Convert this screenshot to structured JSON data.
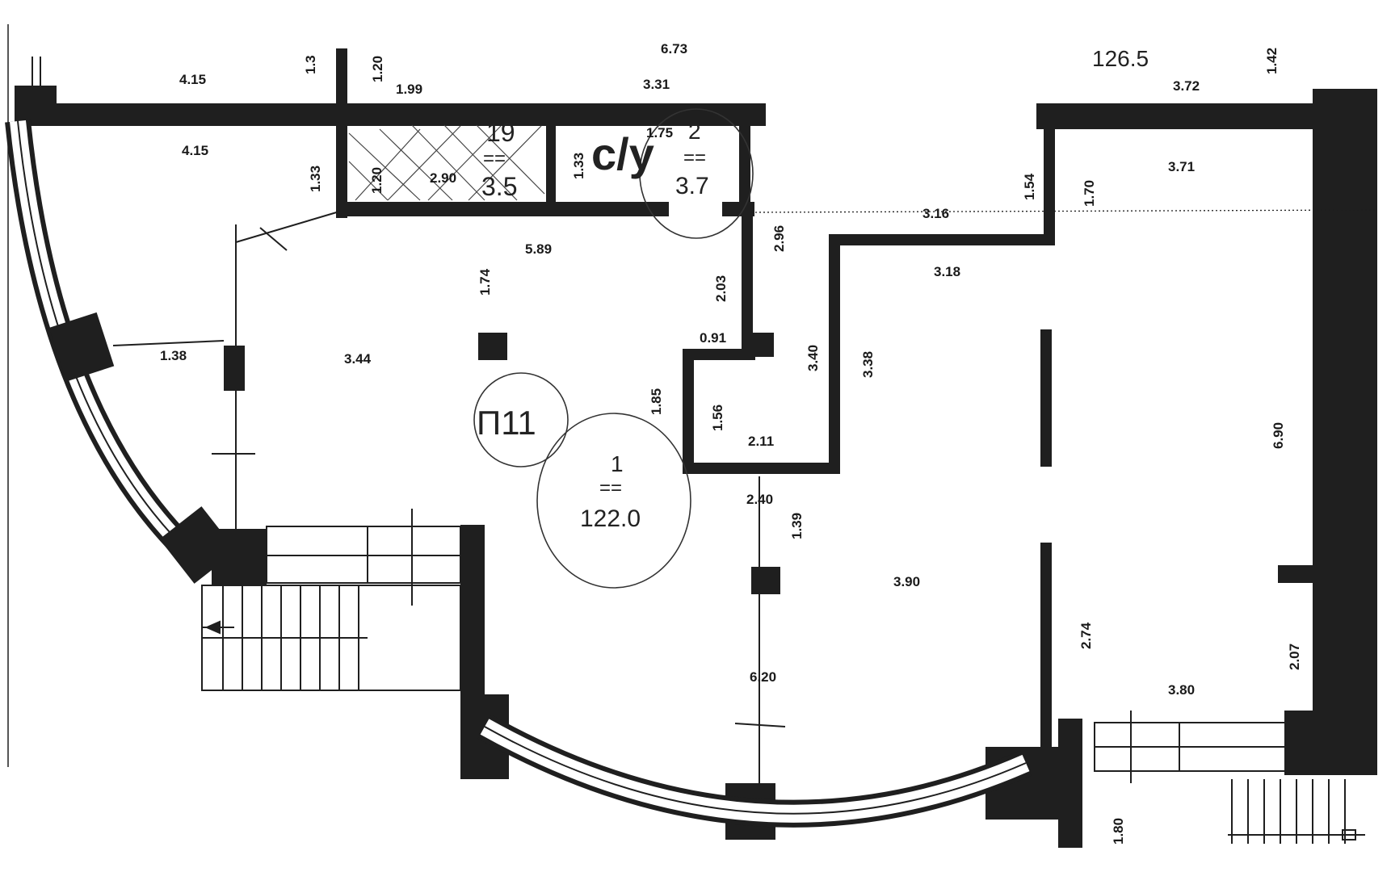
{
  "plan": {
    "header": {
      "total_area": "126.5",
      "mark": "П11"
    },
    "rooms": [
      {
        "number": "1",
        "sep": "==",
        "area": "122.0"
      },
      {
        "number": "2",
        "sep": "==",
        "area": "3.7",
        "label": "с/у"
      },
      {
        "number": "19",
        "sep": "==",
        "area": "3.5"
      }
    ],
    "dimensions": [
      "4.15",
      "1.3",
      "1.20",
      "1.99",
      "6.73",
      "3.31",
      "3.72",
      "1.42",
      "4.15",
      "1.33",
      "1.20",
      "2.90",
      "1.33",
      "1.75",
      "1.54",
      "1.70",
      "3.71",
      "3.16",
      "3.18",
      "2.96",
      "5.89",
      "1.74",
      "2.03",
      "0.91",
      "3.40",
      "3.38",
      "1.38",
      "3.44",
      "1.85",
      "1.56",
      "2.11",
      "6.90",
      "2.40",
      "1.39",
      "3.90",
      "2.74",
      "2.07",
      "6.20",
      "3.80",
      "1.80"
    ]
  }
}
